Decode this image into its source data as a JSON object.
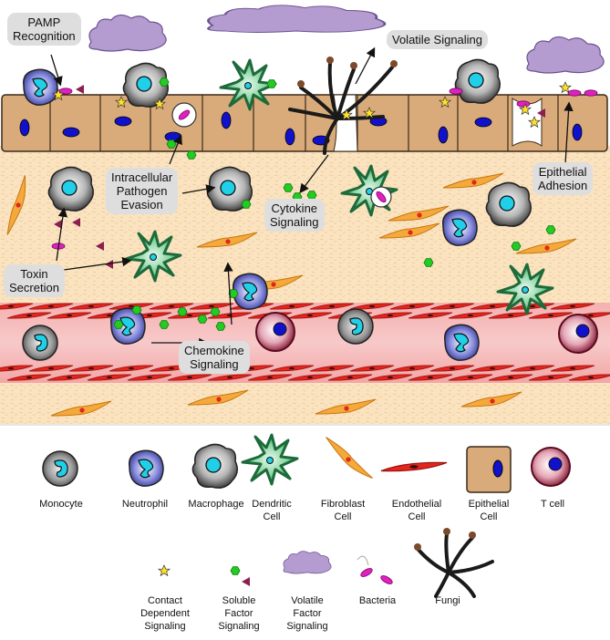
{
  "callouts": {
    "pamp": "PAMP\nRecognition",
    "volatile": "Volatile Signaling",
    "intracellular": "Intracellular\nPathogen\nEvasion",
    "cytokine": "Cytokine\nSignaling",
    "epithelial_adhesion": "Epithelial\nAdhesion",
    "toxin": "Toxin\nSecretion",
    "chemokine": "Chemokine\nSignaling"
  },
  "legend": {
    "cells": [
      "Monocyte",
      "Neutrophil",
      "Macrophage",
      "Dendritic\nCell",
      "Fibroblast\nCell",
      "Endothelial\nCell",
      "Epithelial\nCell",
      "T cell"
    ],
    "signals": [
      "Contact\nDependent\nSignaling",
      "Soluble\nFactor\nSignaling",
      "Volatile\nFactor\nSignaling",
      "Bacteria",
      "Fungi"
    ]
  },
  "colors": {
    "tissue": "#fbe3bf",
    "epithelium": "#d9ab7a",
    "vessel": "#f2a0a0",
    "endothelial": "#e0261e",
    "fibroblast": "#f5a93a",
    "dendritic": "#2f7d4a",
    "macrophage": "#555555",
    "neutrophil": "#3b3ea8",
    "nucleus_cyan": "#1fd0e8",
    "nucleus_blue": "#1111cc",
    "tcell": "#8b1030",
    "cloud": "#b49bd0",
    "bacteria": "#e020c0",
    "soluble_hex": "#22cc22",
    "soluble_tri": "#8b2050",
    "contact_star": "#ffe02a",
    "fungi": "#1a1a1a"
  }
}
